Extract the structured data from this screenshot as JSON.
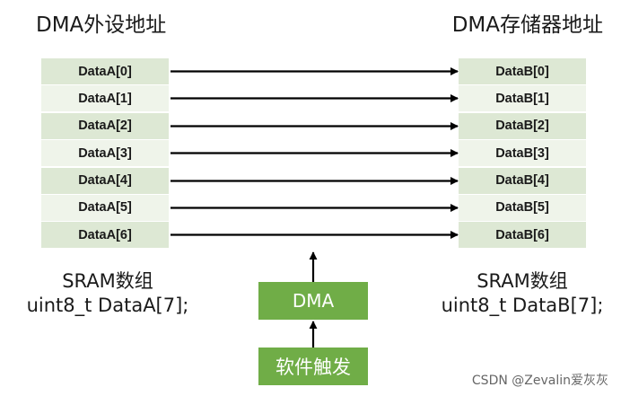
{
  "left_heading": "DMA外设地址",
  "right_heading": "DMA存储器地址",
  "source_cells": [
    "DataA[0]",
    "DataA[1]",
    "DataA[2]",
    "DataA[3]",
    "DataA[4]",
    "DataA[5]",
    "DataA[6]"
  ],
  "dest_cells": [
    "DataB[0]",
    "DataB[1]",
    "DataB[2]",
    "DataB[3]",
    "DataB[4]",
    "DataB[5]",
    "DataB[6]"
  ],
  "source_caption": {
    "line1": "SRAM数组",
    "line2": "uint8_t DataA[7];"
  },
  "dest_caption": {
    "line1": "SRAM数组",
    "line2": "uint8_t DataB[7];"
  },
  "dma_box": "DMA",
  "trigger_box": "软件触发",
  "watermark": "CSDN @Zevalin爱灰灰",
  "colors": {
    "box_green": "#70ad47",
    "cell_dark": "#dde8d4",
    "cell_light": "#eff4ea"
  }
}
